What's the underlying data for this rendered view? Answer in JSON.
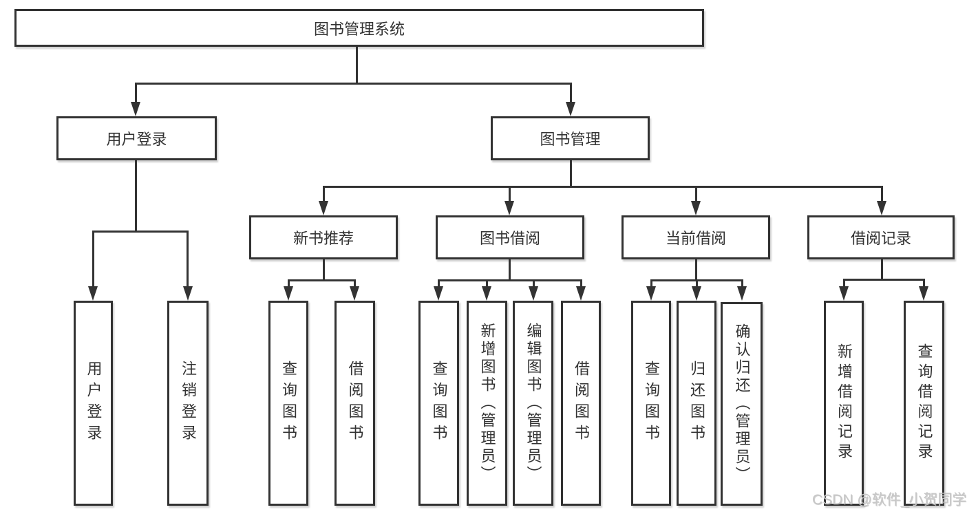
{
  "colors": {
    "line": "#333333",
    "box_border": "#323232",
    "text": "#333333",
    "background": "#ffffff",
    "watermark": "#c7c7c7"
  },
  "tree": {
    "root": {
      "label": "图书管理系统",
      "children": [
        {
          "label": "用户登录",
          "children": [
            {
              "label": "用户登录"
            },
            {
              "label": "注销登录"
            }
          ]
        },
        {
          "label": "图书管理",
          "children": [
            {
              "label": "新书推荐",
              "children": [
                {
                  "label": "查询图书"
                },
                {
                  "label": "借阅图书"
                }
              ]
            },
            {
              "label": "图书借阅",
              "children": [
                {
                  "label": "查询图书"
                },
                {
                  "label": "新增图书（管理员）"
                },
                {
                  "label": "编辑图书（管理员）"
                },
                {
                  "label": "借阅图书"
                }
              ]
            },
            {
              "label": "当前借阅",
              "children": [
                {
                  "label": "查询图书"
                },
                {
                  "label": "归还图书"
                },
                {
                  "label": "确认归还（管理员）"
                }
              ]
            },
            {
              "label": "借阅记录",
              "children": [
                {
                  "label": "新增借阅记录"
                },
                {
                  "label": "查询借阅记录"
                }
              ]
            }
          ]
        }
      ]
    }
  },
  "watermark": {
    "text": "CSDN @软件_小贺同学"
  }
}
